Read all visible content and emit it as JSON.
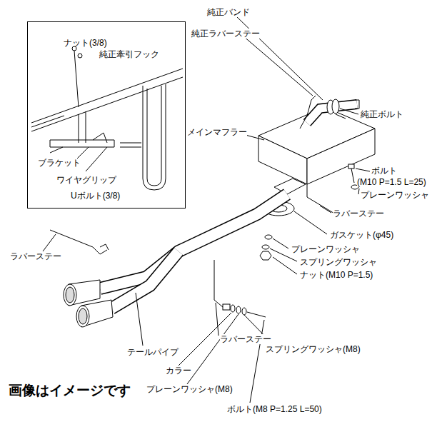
{
  "diagram": {
    "nodes": [
      {
        "text": [
          "ナット(3/8)",
          "純正牽引フック",
          "ブラケット",
          "ワイヤグリップ",
          "Uボルト(3/8)"
        ]
      }
    ],
    "labels": [
      "純正バンド",
      "純正ラバーステー",
      "純正ボルト",
      "メインマフラー",
      "ボルト",
      "(M10 P=1.5 L=25)",
      "プレーンワッシャ",
      "ラバーステー",
      "ガスケット(φ45)",
      "プレーンワッシャ",
      "スプリングワッシャ",
      "ナット(M10 P=1.5)",
      "ラバーステー",
      "ラバーステー",
      "スプリングワッシャ(M8)",
      "テールパイプ",
      "カラー",
      "プレーンワッシャ(M8)",
      "ボルト(M8 P=1.25 L=50)",
      "画像はイメージです"
    ]
  }
}
